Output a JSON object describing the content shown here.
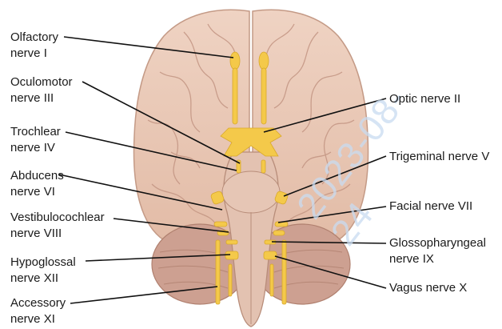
{
  "labels": {
    "olfactory": [
      "Olfactory",
      "nerve I"
    ],
    "oculomotor": [
      "Oculomotor",
      "nerve III"
    ],
    "trochlear": [
      "Trochlear",
      "nerve IV"
    ],
    "abducens": [
      "Abducens",
      "nerve VI"
    ],
    "vestibulocochlear": [
      "Vestibulocochlear",
      "nerve VIII"
    ],
    "hypoglossal": [
      "Hypoglossal",
      "nerve XII"
    ],
    "accessory": [
      "Accessory",
      "nerve XI"
    ],
    "optic": [
      "Optic nerve II"
    ],
    "trigeminal": [
      "Trigeminal nerve V"
    ],
    "facial": [
      "Facial nerve VII"
    ],
    "glossopharyngeal": [
      "Glossopharyngeal",
      "nerve IX"
    ],
    "vagus": [
      "Vagus nerve X"
    ]
  },
  "watermark": "2023-08-24",
  "colors": {
    "brain_fill": "#e8c8b6",
    "brain_edge": "#c49a86",
    "nerve": "#f4c94a",
    "cerebellum": "#c99a8b",
    "leader_line": "#111111"
  }
}
